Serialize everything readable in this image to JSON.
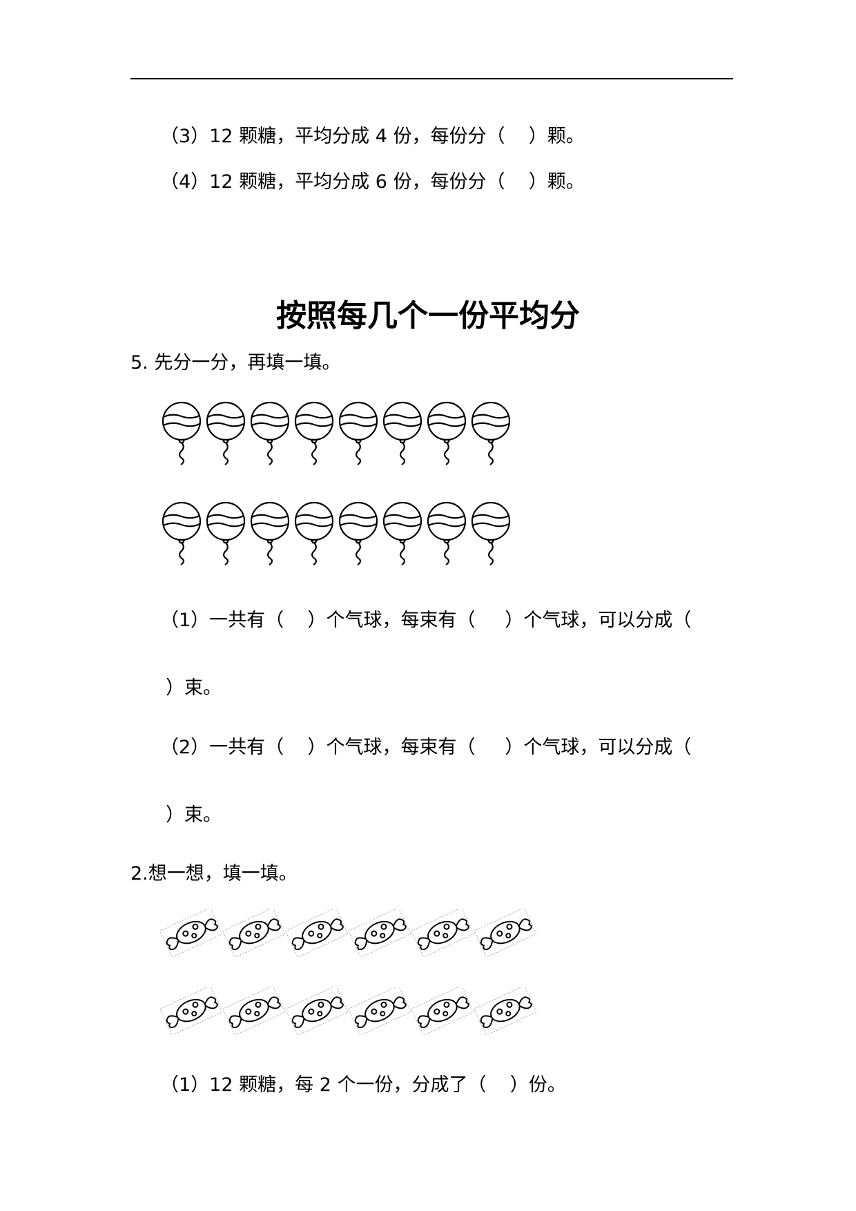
{
  "top_questions": [
    "（3）12 颗糖，平均分成 4 份，每份分（    ）颗。",
    "（4）12 颗糖，平均分成 6 份，每份分（    ）颗。"
  ],
  "section_title": "按照每几个一份平均分",
  "q5": {
    "heading": "5. 先分一分，再填一填。",
    "balloon_rows": [
      8,
      8
    ],
    "items": [
      {
        "line1": "（1）一共有（    ）个气球，每束有（     ）个气球，可以分成（",
        "line2": "）束。"
      },
      {
        "line1": "（2）一共有（    ）个气球，每束有（     ）个气球，可以分成（",
        "line2": "）束。"
      }
    ]
  },
  "q2": {
    "heading": "2.想一想，填一填。",
    "candy_rows": [
      6,
      6
    ],
    "items": [
      "（1）12 颗糖，每 2 个一份，分成了（    ）份。"
    ]
  }
}
